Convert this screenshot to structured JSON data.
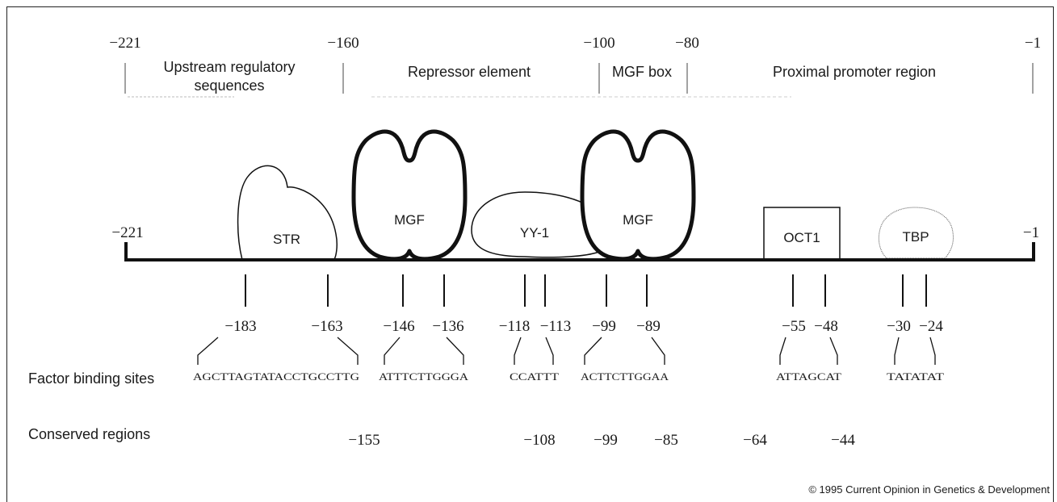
{
  "header_positions": {
    "p221": "−221",
    "p160": "−160",
    "p100": "−100",
    "p80": "−80",
    "p1": "−1"
  },
  "regions": {
    "upstream_line1": "Upstream regulatory",
    "upstream_line2": "sequences",
    "repressor": "Repressor element",
    "mgf_box": "MGF box",
    "proximal": "Proximal promoter region"
  },
  "track_ends": {
    "left": "−221",
    "right": "−1"
  },
  "factors": {
    "str": "STR",
    "mgf1": "MGF",
    "yy1": "YY-1",
    "mgf2": "MGF",
    "oct1": "OCT1",
    "tbp": "TBP"
  },
  "site_positions": {
    "s183": "−183",
    "s163": "−163",
    "s146": "−146",
    "s136": "−136",
    "s118": "−118",
    "s113": "−113",
    "s99": "−99",
    "s89": "−89",
    "s55": "−55",
    "s48": "−48",
    "s30": "−30",
    "s24": "−24"
  },
  "rows": {
    "binding_label": "Factor binding sites",
    "conserved_label": "Conserved regions"
  },
  "sequences": {
    "str_site": "AGCTTAGTATACCTGCCTTG",
    "mgf1_site": "ATTTCTTGGGA",
    "yy1_site": "CCATTT",
    "mgf2_site": "ACTTCTTGGAA",
    "oct1_site": "ATTAGCAT",
    "tbp_site": "TATATAT"
  },
  "conserved": {
    "c155": "−155",
    "c108": "−108",
    "c99": "−99",
    "c85": "−85",
    "c64": "−64",
    "c44": "−44"
  },
  "copyright": "© 1995 Current Opinion in Genetics & Development"
}
